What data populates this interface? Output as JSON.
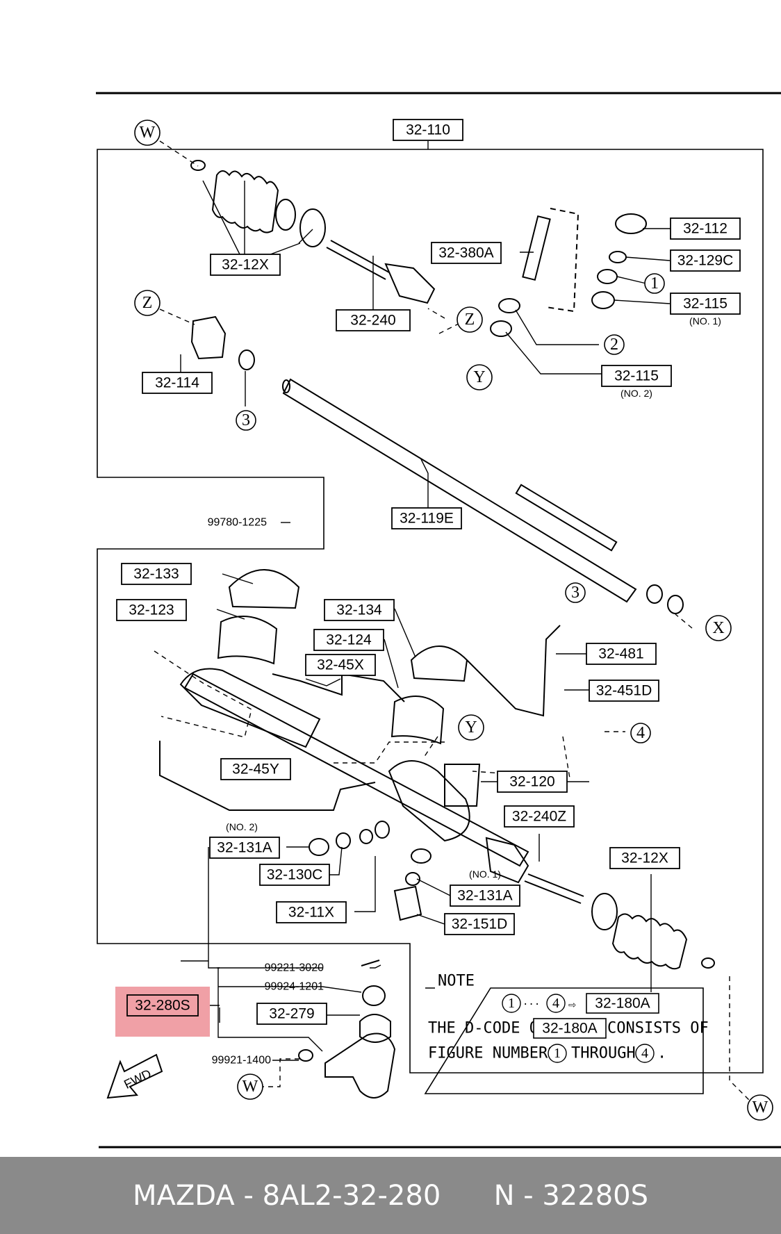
{
  "diagram": {
    "frame_label": "32-110",
    "part_labels": [
      "32-12X",
      "32-240",
      "32-380A",
      "32-112",
      "32-129C",
      "32-115",
      "32-114",
      "32-115",
      "32-119E",
      "32-133",
      "32-123",
      "32-134",
      "32-124",
      "32-45X",
      "32-481",
      "32-451D",
      "32-120",
      "32-45Y",
      "32-240Z",
      "32-131A",
      "32-130C",
      "32-11X",
      "32-131A",
      "32-151D",
      "32-12X",
      "32-279"
    ],
    "plain_labels": [
      "99780-1225",
      "99221-3020",
      "99924-1201",
      "99921-1400"
    ],
    "sub_notes": [
      "(NO. 1)",
      "(NO. 2)",
      "(NO. 2)",
      "(NO. 1)"
    ],
    "ref_circles": [
      "W",
      "Z",
      "Z",
      "Y",
      "X",
      "Y",
      "W",
      "W"
    ],
    "number_circles": [
      "1",
      "2",
      "3",
      "3",
      "4"
    ],
    "highlighted_part": "32-280S",
    "note": {
      "title": "NOTE",
      "range_from": "1",
      "range_to": "4",
      "code": "32-180A",
      "line1_prefix": "THE D-CODE OF",
      "line1_code": "32-180A",
      "line1_suffix": "CONSISTS OF",
      "line2_prefix": "FIGURE NUMBERS",
      "line2_from": "1",
      "line2_mid": "THROUGH",
      "line2_to": "4"
    },
    "fwd_label": "FWD",
    "highlight_color": "#f0a0a6"
  },
  "footer": {
    "brand_part": "MAZDA - 8AL2-32-280",
    "ref_part": "N - 32280S"
  }
}
